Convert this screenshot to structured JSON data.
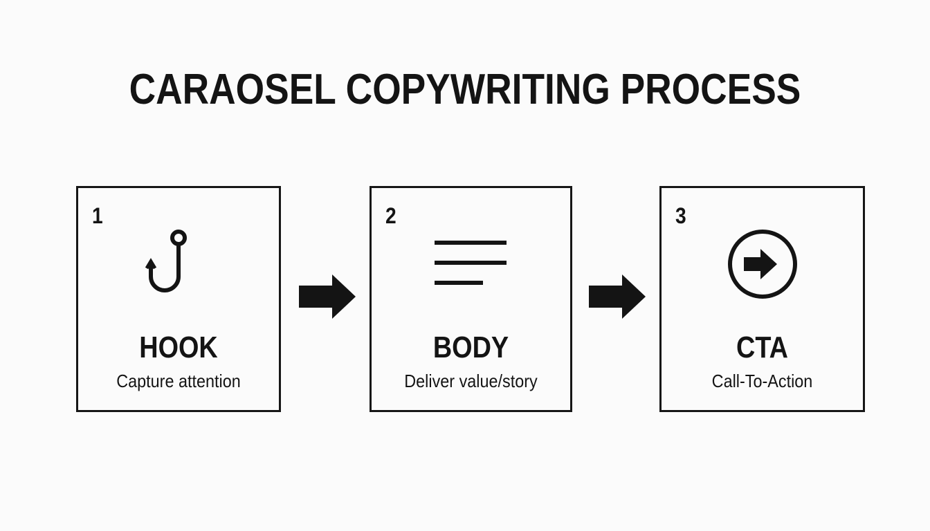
{
  "title": "CARAOSEL COPYWRITING PROCESS",
  "steps": [
    {
      "number": "1",
      "label": "HOOK",
      "description": "Capture attention",
      "icon": "hook-icon"
    },
    {
      "number": "2",
      "label": "BODY",
      "description": "Deliver value/story",
      "icon": "text-lines-icon"
    },
    {
      "number": "3",
      "label": "CTA",
      "description": "Call-To-Action",
      "icon": "arrow-circle-icon"
    }
  ],
  "connectors": [
    "right-arrow-icon",
    "right-arrow-icon"
  ],
  "colors": {
    "background": "#fbfbfb",
    "ink": "#141414"
  }
}
